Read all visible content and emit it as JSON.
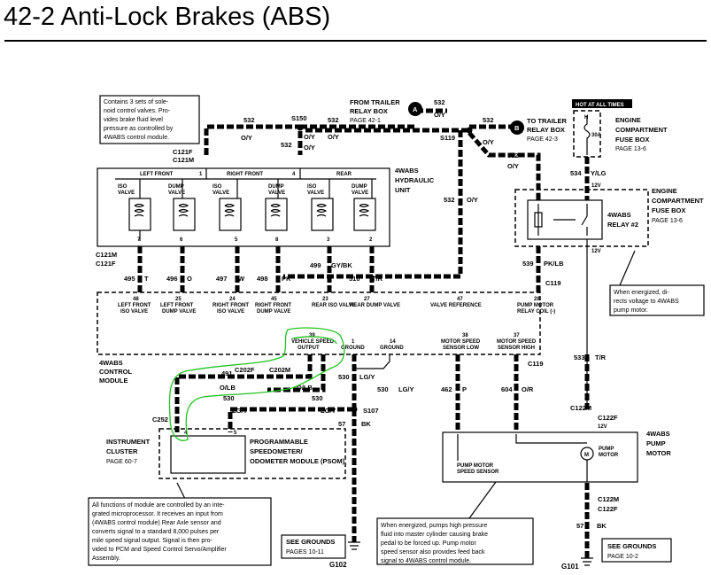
{
  "title": "42-2 Anti-Lock Brakes (ABS)",
  "colors": {
    "highlight": "#22c322",
    "ink": "#000000"
  },
  "labels": {
    "w532a": "532",
    "ov_a": "O/Y",
    "s150": "S150",
    "ov_b": "O/Y",
    "w532b": "532",
    "ov_c": "O/Y",
    "w532c": "532",
    "ov_d": "O/Y",
    "w532d": "532",
    "ov_e": "O/Y",
    "w532e": "532",
    "s119": "S119",
    "ov_f": "O/Y",
    "w532f": "532",
    "ov_g": "O/Y",
    "w532g": "532",
    "ov_h": "O/Y",
    "c121f": "C121F",
    "c121m": "C121M",
    "c119": "C119",
    "c122m": "C122M",
    "c122f": "C122F",
    "c202f": "C202F",
    "c202m": "C202M",
    "c252": "C252",
    "s107": "S107",
    "g101": "G101",
    "g102": "G102"
  },
  "trailer_from": {
    "line1": "FROM TRAILER",
    "line2": "RELAY BOX",
    "page": "PAGE 42-1",
    "letter": "A"
  },
  "trailer_to": {
    "line1": "TO TRAILER",
    "line2": "RELAY BOX",
    "page": "PAGE 42-3",
    "letter": "B"
  },
  "hydraulic_unit": {
    "line1": "4WABS",
    "line2": "HYDRAULIC",
    "line3": "UNIT",
    "groups": [
      "LEFT FRONT",
      "RIGHT FRONT",
      "REAR"
    ],
    "pin1": "1",
    "pin4": "4",
    "valves": [
      {
        "a": "ISO",
        "b": "VALVE",
        "pin": "7"
      },
      {
        "a": "DUMP",
        "b": "VALVE",
        "pin": "6"
      },
      {
        "a": "ISO",
        "b": "VALVE",
        "pin": "5"
      },
      {
        "a": "DUMP",
        "b": "VALVE",
        "pin": "8"
      },
      {
        "a": "ISO",
        "b": "VALVE",
        "pin": "3"
      },
      {
        "a": "DUMP",
        "b": "VALVE",
        "pin": "2"
      }
    ]
  },
  "wires": {
    "w495": "495",
    "c495": "T",
    "w496": "496",
    "c496": "O",
    "w497": "497",
    "c497": "W",
    "w498": "498",
    "c498": "PK",
    "w499": "499",
    "c499": "GY/BK",
    "w510": "510",
    "c510": "T/R",
    "w534": "534",
    "c534": "Y/LG",
    "w539": "539",
    "c539": "PK/LB",
    "w533": "533",
    "c533": "T/R",
    "w462": "462",
    "c462": "P",
    "w604": "604",
    "c604": "O/R",
    "w491": "491",
    "olb": "O/LB",
    "w530": "530",
    "lgy": "LG/Y",
    "w57": "57",
    "c57": "BK",
    "g12a": "12V",
    "g12b": "12V",
    "g12c": "12V"
  },
  "module": {
    "line1": "4WABS",
    "line2": "CONTROL",
    "line3": "MODULE",
    "pins": [
      {
        "num": "48",
        "a": "LEFT FRONT",
        "b": "ISO VALVE"
      },
      {
        "num": "25",
        "a": "LEFT FRONT",
        "b": "DUMP VALVE"
      },
      {
        "num": "24",
        "a": "RIGHT FRONT",
        "b": "ISO VALVE"
      },
      {
        "num": "45",
        "a": "RIGHT FRONT",
        "b": "DUMP VALVE"
      },
      {
        "num": "23",
        "a": "REAR ISO VALVE"
      },
      {
        "num": "27",
        "a": "REAR DUMP VALVE"
      },
      {
        "num": "47",
        "a": "VALVE REFERENCE"
      },
      {
        "num": "28",
        "a": "PUMP MOTOR",
        "b": "RELAY COIL (-)"
      },
      {
        "num": "39",
        "a": "VEHICLE SPEED",
        "b": "OUTPUT"
      },
      {
        "num": "1",
        "a": "GROUND"
      },
      {
        "num": "14",
        "a": "GROUND"
      },
      {
        "num": "38",
        "a": "MOTOR SPEED",
        "b": "SENSOR LOW"
      },
      {
        "num": "37",
        "a": "MOTOR SPEED",
        "b": "SENSOR HIGH"
      }
    ]
  },
  "fuse_box": {
    "hot": "HOT AT ALL TIMES",
    "h": "H",
    "rating": "30A",
    "line1": "ENGINE",
    "line2": "COMPARTMENT",
    "line3": "FUSE BOX",
    "page": "PAGE 13-6"
  },
  "relay": {
    "line1": "4WABS",
    "line2": "RELAY #2",
    "box1": "ENGINE",
    "box2": "COMPARTMENT",
    "box3": "FUSE BOX",
    "page": "PAGE 13-6"
  },
  "pump": {
    "symbol": "M",
    "inner1": "PUMP",
    "inner2": "MOTOR",
    "sensor1": "PUMP MOTOR",
    "sensor2": "SPEED SENSOR",
    "line1": "4WABS",
    "line2": "PUMP",
    "line3": "MOTOR"
  },
  "cluster": {
    "line1": "INSTRUMENT",
    "line2": "CLUSTER",
    "page": "PAGE 60-7",
    "psom1": "PROGRAMMABLE",
    "psom2": "SPEEDOMETER/",
    "psom3": "ODOMETER MODULE (PSOM)",
    "pin4": "4",
    "pin5": "5"
  },
  "grounds_left": {
    "line1": "SEE GROUNDS",
    "line2": "PAGES 10-11"
  },
  "grounds_right": {
    "line1": "SEE GROUNDS",
    "line2": "PAGE 10-2"
  },
  "notes": {
    "hydraulic": [
      "Contains 3 sets of sole-",
      "noid control valves. Pro-",
      "vides brake fluid level",
      "pressure as controlled by",
      "4WABS control module."
    ],
    "relay": [
      "When energized, di-",
      "rects voltage to 4WABS",
      "pump motor."
    ],
    "pump": [
      "When energized, pumps high pressure",
      "fluid into master cylinder causing brake",
      "pedal to be forced up. Pump motor",
      "speed sensor also provides feed back",
      "signal to 4WABS control module."
    ],
    "module": [
      "All functions of module are controlled by an inte-",
      "grated microprocessor. It receives an input from",
      "(4WABS control module) Rear Axle sensor and",
      "converts signal to a standard 8,000 pulses per",
      "mile speed signal output. Signal is then pro-",
      "vided to PCM and Speed Control Servo/Amplifier",
      "Assembly."
    ]
  }
}
